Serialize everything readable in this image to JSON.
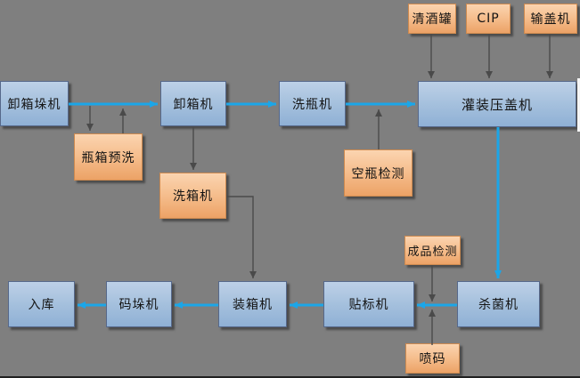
{
  "diagram": {
    "type": "flowchart",
    "subject": "bottling-filling-line-process-flow",
    "colors": {
      "background": "#7f7f7f",
      "process_box_top": "#bdd0e7",
      "process_box_bottom": "#8fb0d5",
      "support_box_top": "#fbd4b0",
      "support_box_bottom": "#eca266",
      "main_flow_arrow": "#1ba6e8",
      "aux_arrow": "#4a4a4a"
    },
    "nodes": {
      "beer_tank": {
        "label": "清酒罐"
      },
      "cip": {
        "label": "CIP"
      },
      "cap_feeder": {
        "label": "输盖机"
      },
      "depalletizer": {
        "label": "卸箱垛机"
      },
      "crate_prewash": {
        "label": "瓶箱预洗"
      },
      "decrater": {
        "label": "卸箱机"
      },
      "bottle_washer": {
        "label": "洗瓶机"
      },
      "filler_capper": {
        "label": "灌装压盖机"
      },
      "crate_washer": {
        "label": "洗箱机"
      },
      "empty_bottle_inspection": {
        "label": "空瓶检测"
      },
      "warehouse": {
        "label": "入库"
      },
      "palletizer": {
        "label": "码垛机"
      },
      "case_packer": {
        "label": "装箱机"
      },
      "labeler": {
        "label": "贴标机"
      },
      "pasteurizer": {
        "label": "杀菌机"
      },
      "finished_product_inspection": {
        "label": "成品检测"
      },
      "inkjet_coder": {
        "label": "喷码"
      }
    },
    "edges": [
      {
        "from": "卸箱垛机",
        "to": "卸箱机",
        "type": "main-flow"
      },
      {
        "from": "卸箱机",
        "to": "洗瓶机",
        "type": "main-flow"
      },
      {
        "from": "洗瓶机",
        "to": "灌装压盖机",
        "type": "main-flow"
      },
      {
        "from": "灌装压盖机",
        "to": "杀菌机",
        "type": "main-flow"
      },
      {
        "from": "杀菌机",
        "to": "贴标机",
        "type": "main-flow"
      },
      {
        "from": "贴标机",
        "to": "装箱机",
        "type": "main-flow"
      },
      {
        "from": "装箱机",
        "to": "码垛机",
        "type": "main-flow"
      },
      {
        "from": "码垛机",
        "to": "入库",
        "type": "main-flow"
      },
      {
        "from": "卸箱垛机→卸箱机线",
        "to": "瓶箱预洗",
        "type": "aux"
      },
      {
        "from": "瓶箱预洗",
        "to": "卸箱垛机→卸箱机线",
        "type": "aux"
      },
      {
        "from": "卸箱机",
        "to": "洗箱机",
        "type": "aux"
      },
      {
        "from": "洗箱机",
        "to": "装箱机",
        "type": "aux"
      },
      {
        "from": "空瓶检测",
        "to": "洗瓶机→灌装压盖机线",
        "type": "aux"
      },
      {
        "from": "清酒罐",
        "to": "灌装压盖机",
        "type": "aux"
      },
      {
        "from": "CIP",
        "to": "灌装压盖机",
        "type": "aux"
      },
      {
        "from": "输盖机",
        "to": "灌装压盖机",
        "type": "aux"
      },
      {
        "from": "成品检测",
        "to": "杀菌机→贴标机线",
        "type": "aux"
      },
      {
        "from": "喷码",
        "to": "杀菌机→贴标机线",
        "type": "aux"
      }
    ]
  }
}
